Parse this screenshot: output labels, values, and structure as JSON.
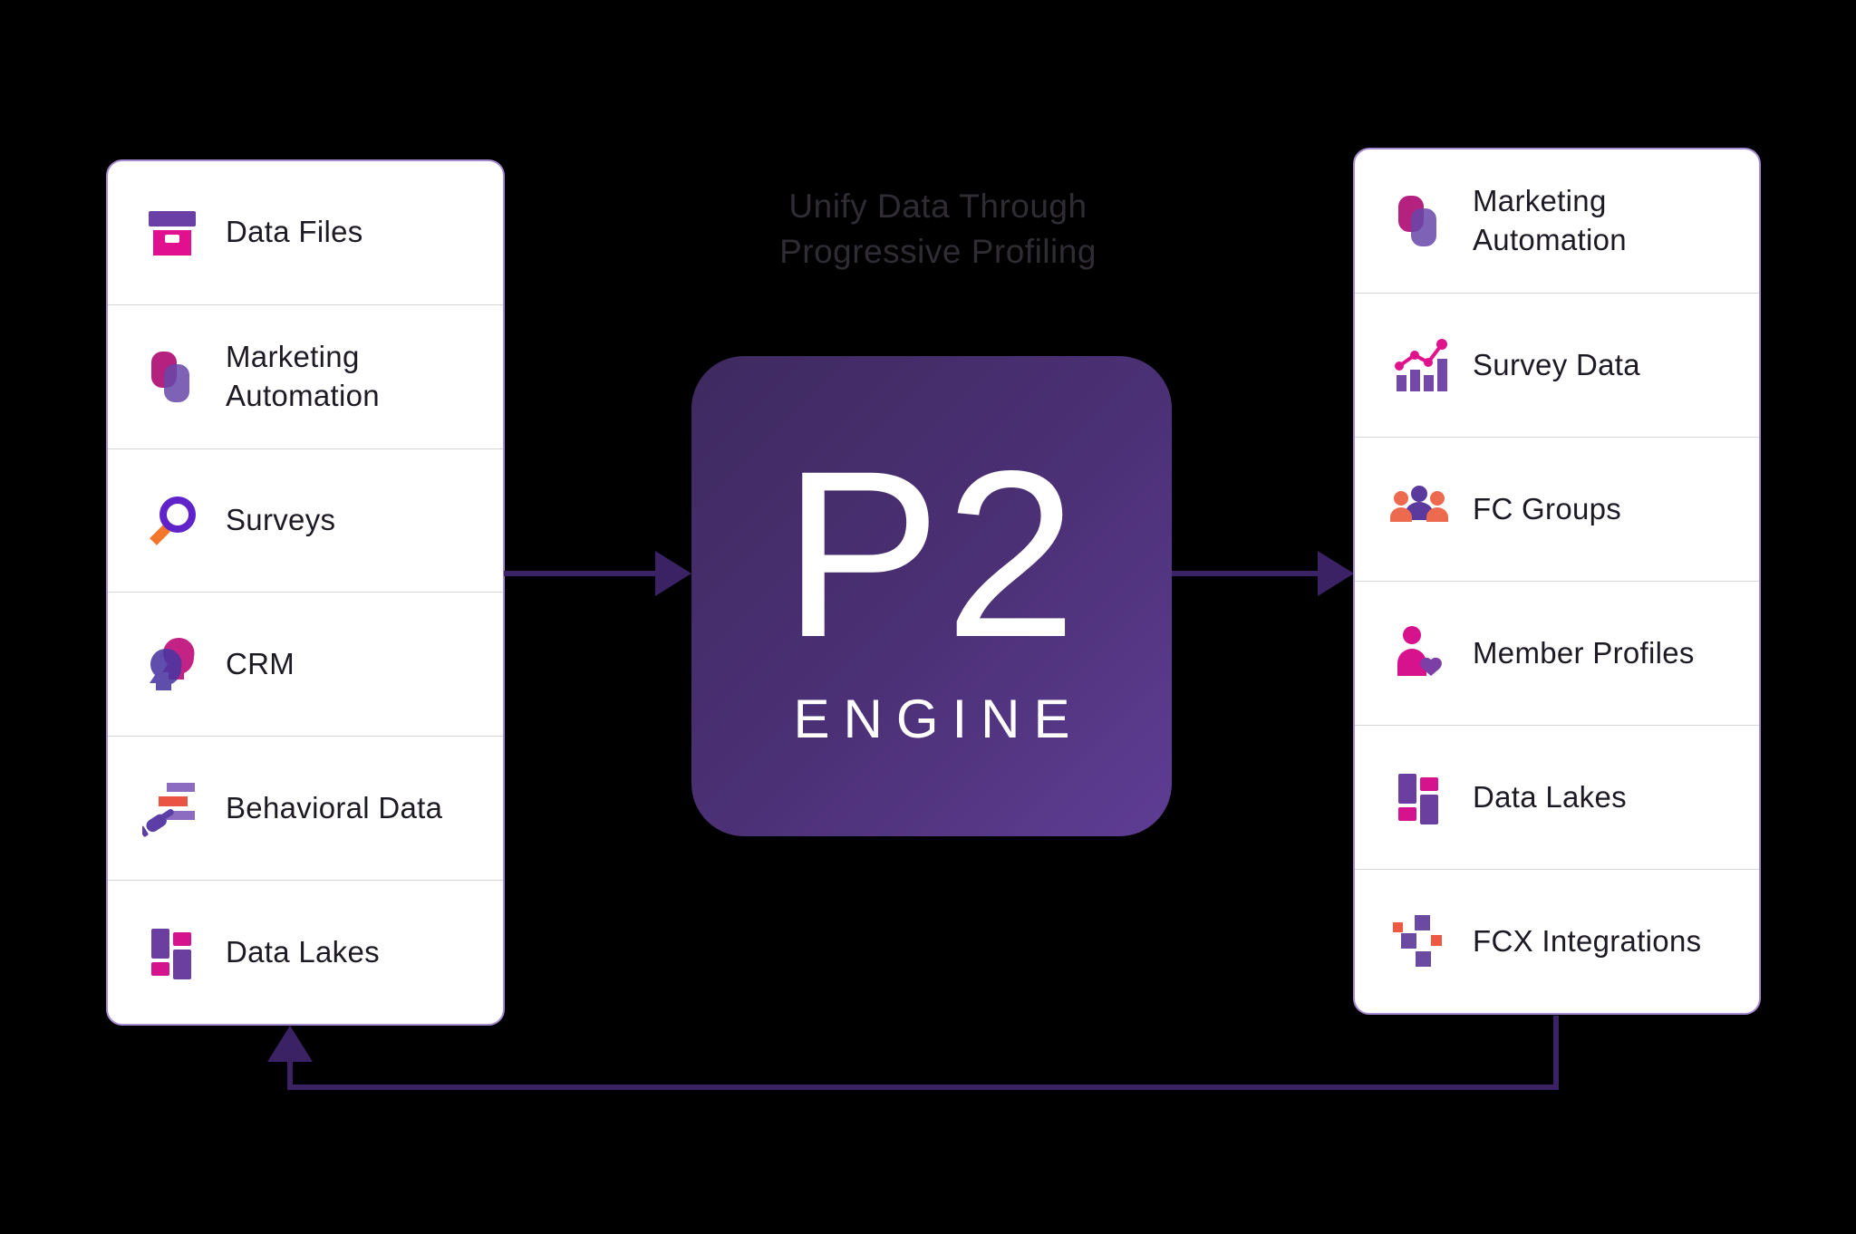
{
  "title": {
    "line1": "Unify Data Through",
    "line2": "Progressive Profiling"
  },
  "engine": {
    "label": "P2",
    "sublabel": "ENGINE"
  },
  "left_panel": {
    "items": [
      {
        "icon": "archive-box-icon",
        "label": "Data Files"
      },
      {
        "icon": "marketing-automation-icon",
        "label": "Marketing Automation"
      },
      {
        "icon": "magnifier-icon",
        "label": "Surveys"
      },
      {
        "icon": "crm-heads-icon",
        "label": "CRM"
      },
      {
        "icon": "behavioral-data-icon",
        "label": "Behavioral Data"
      },
      {
        "icon": "data-lakes-icon",
        "label": "Data Lakes"
      }
    ]
  },
  "right_panel": {
    "items": [
      {
        "icon": "marketing-automation-icon",
        "label": "Marketing Automation"
      },
      {
        "icon": "survey-chart-icon",
        "label": "Survey Data"
      },
      {
        "icon": "fc-groups-icon",
        "label": "FC Groups"
      },
      {
        "icon": "member-profile-icon",
        "label": "Member Profiles"
      },
      {
        "icon": "data-lakes-icon",
        "label": "Data Lakes"
      },
      {
        "icon": "fcx-integrations-icon",
        "label": "FCX Integrations"
      }
    ]
  },
  "colors": {
    "background": "#000000",
    "panel": "#ffffff",
    "panel_border": "#a78bd0",
    "connector_purple": "#3b2264",
    "engine_gradient_start": "#3f2a60",
    "engine_gradient_end": "#5e3d94",
    "magenta": "#d6128d",
    "purple": "#6b3fa6",
    "orange": "#ed5a44",
    "title_gray": "#2f2c33",
    "label_dark": "#1e1a24"
  }
}
